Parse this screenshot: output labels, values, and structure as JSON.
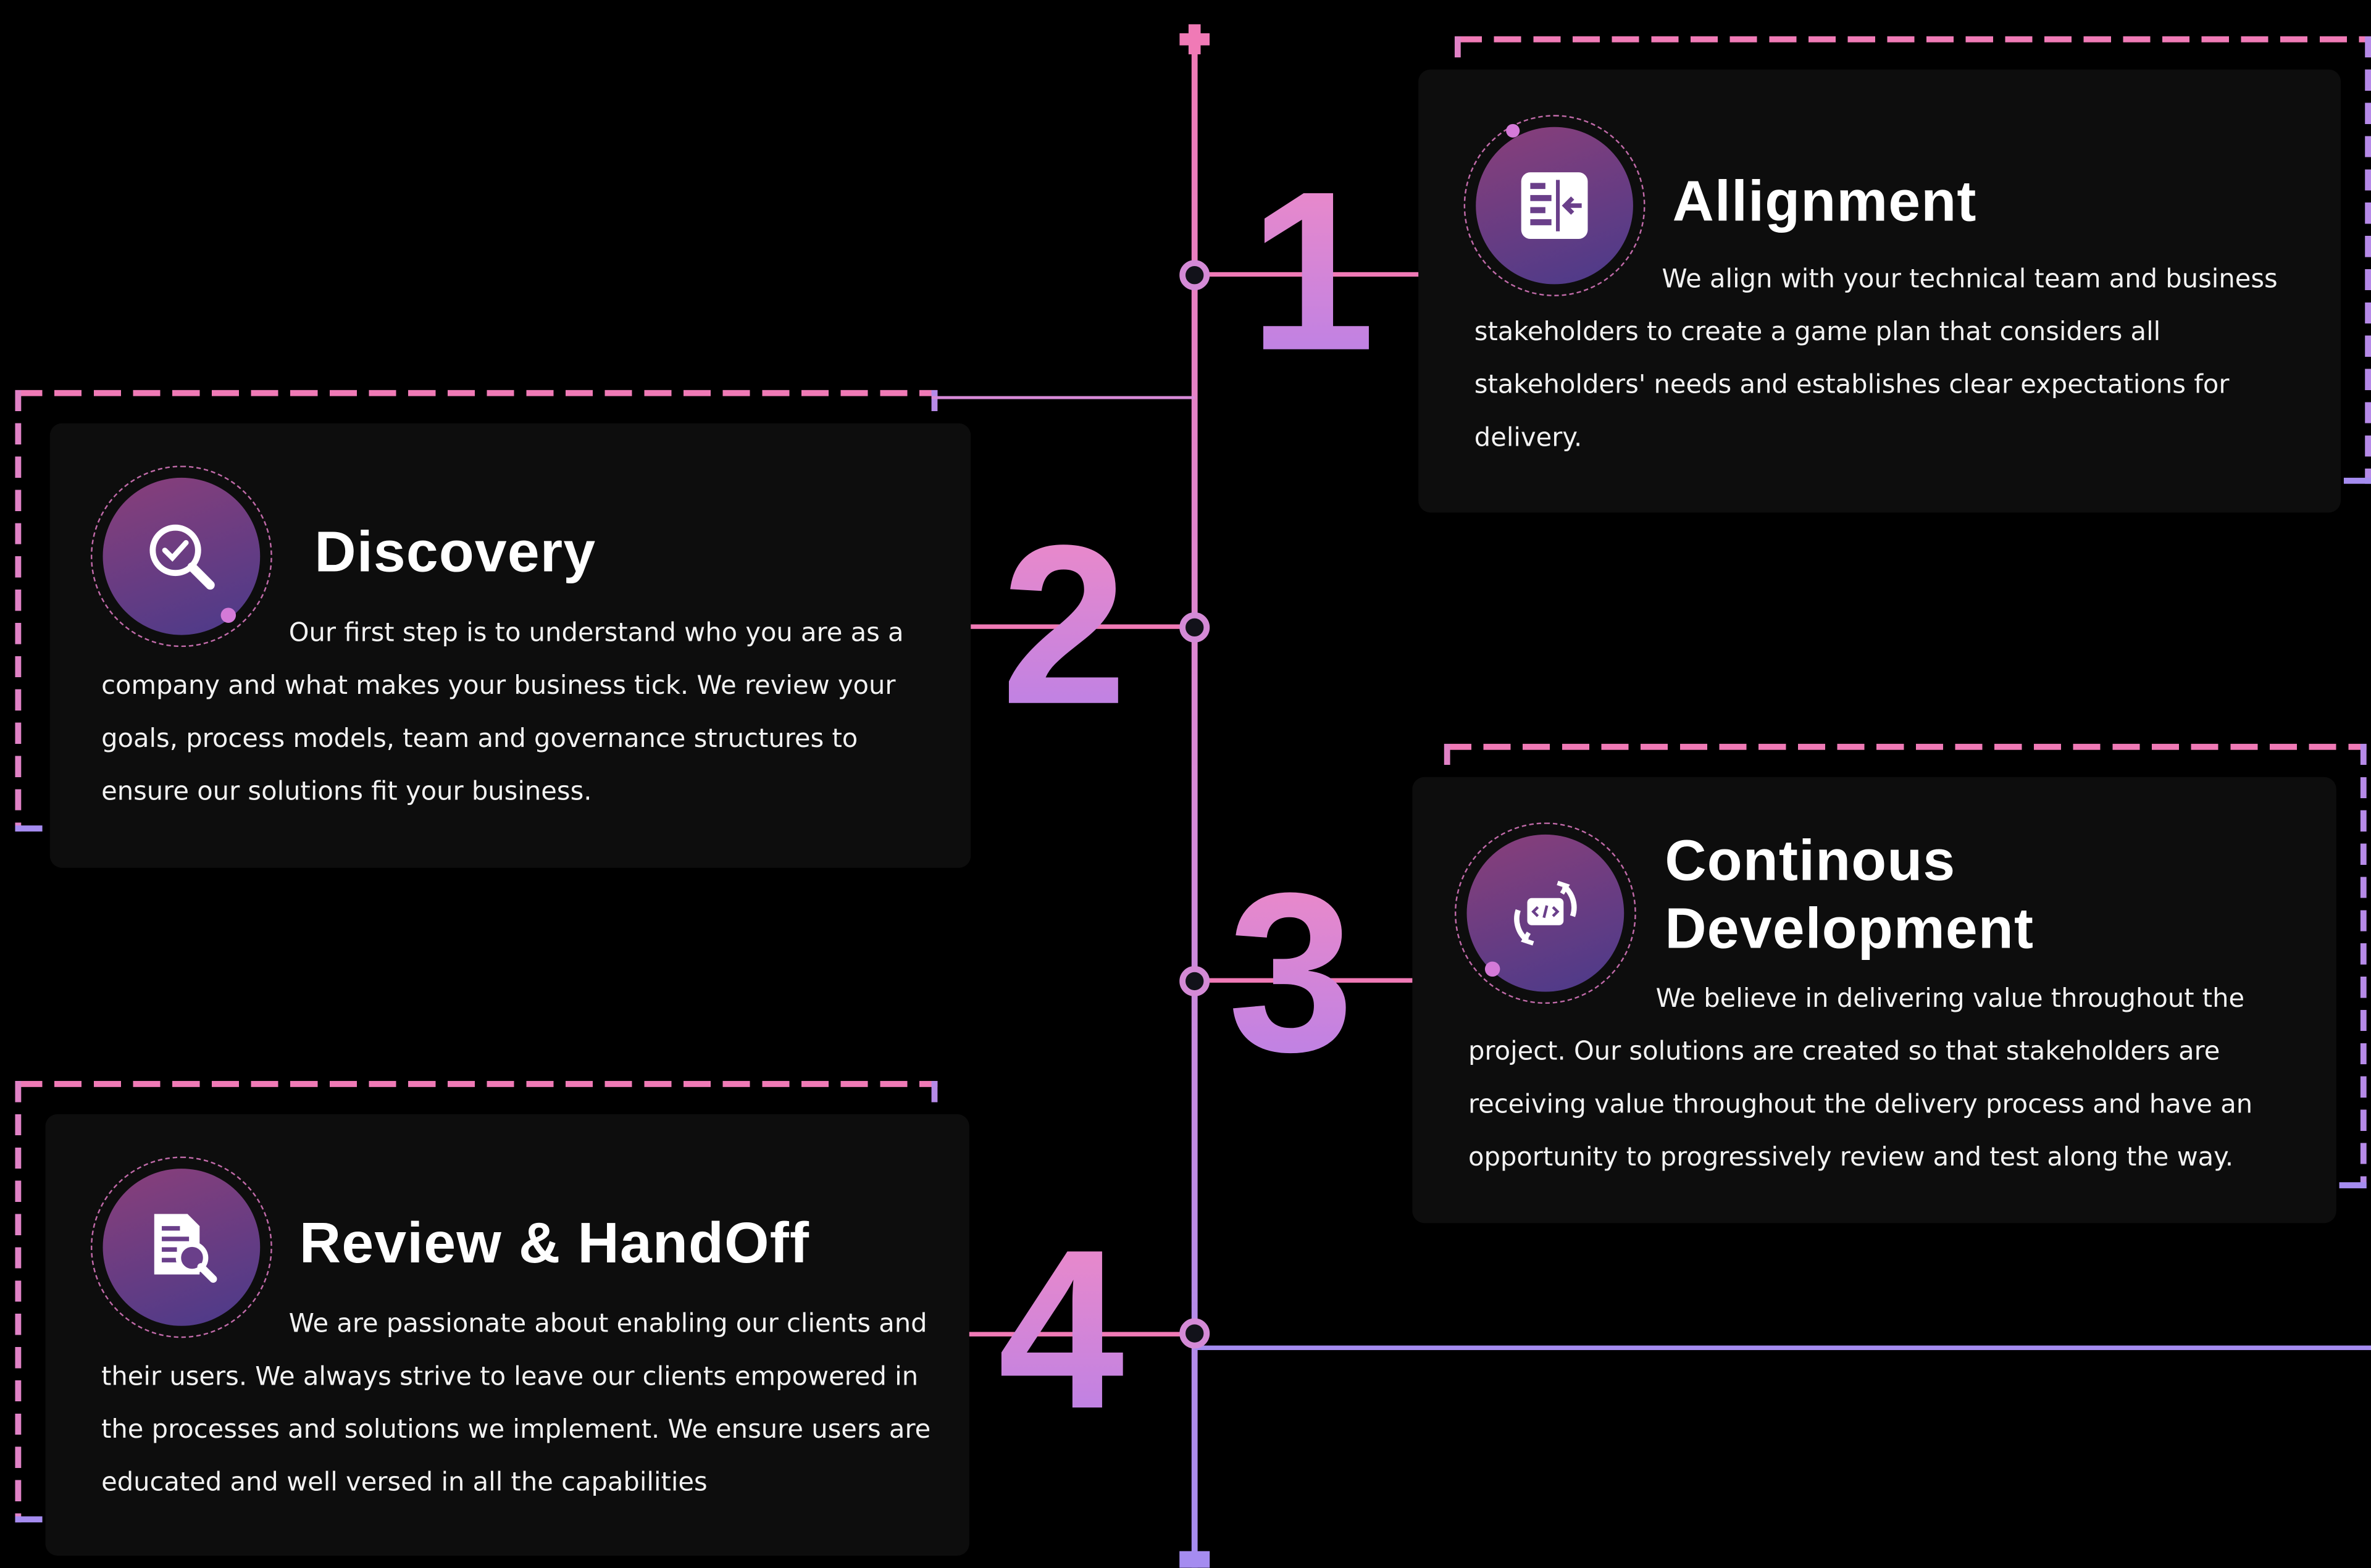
{
  "colors": {
    "accent_pink": "#f07ab6",
    "accent_violet": "#a58cf0",
    "card_bg": "#0d0d0d",
    "page_bg": "#000000"
  },
  "steps": [
    {
      "number": "1",
      "title": "Allignment",
      "icon": "align-panel-icon",
      "text": "We align with your technical team and business stakeholders to create a game plan that considers all stakeholders' needs and establishes clear expectations for delivery."
    },
    {
      "number": "2",
      "title": "Discovery",
      "icon": "magnifier-check-icon",
      "text": "Our first step is to understand who you are as a company and what makes your business tick. We review your goals, process models, team and governance structures to ensure our solutions fit your business."
    },
    {
      "number": "3",
      "title": "Continous Development",
      "icon": "code-cycle-icon",
      "text": "We believe in delivering value throughout the project. Our solutions are created so that stakeholders are receiving value throughout the delivery process and have an opportunity to progressively review and test along the way."
    },
    {
      "number": "4",
      "title": "Review & HandOff",
      "icon": "document-search-icon",
      "text": "We are passionate about enabling our clients and their users. We always strive to leave our clients empowered in the processes and solutions we implement. We ensure users are educated and well versed in all the capabilities"
    }
  ]
}
